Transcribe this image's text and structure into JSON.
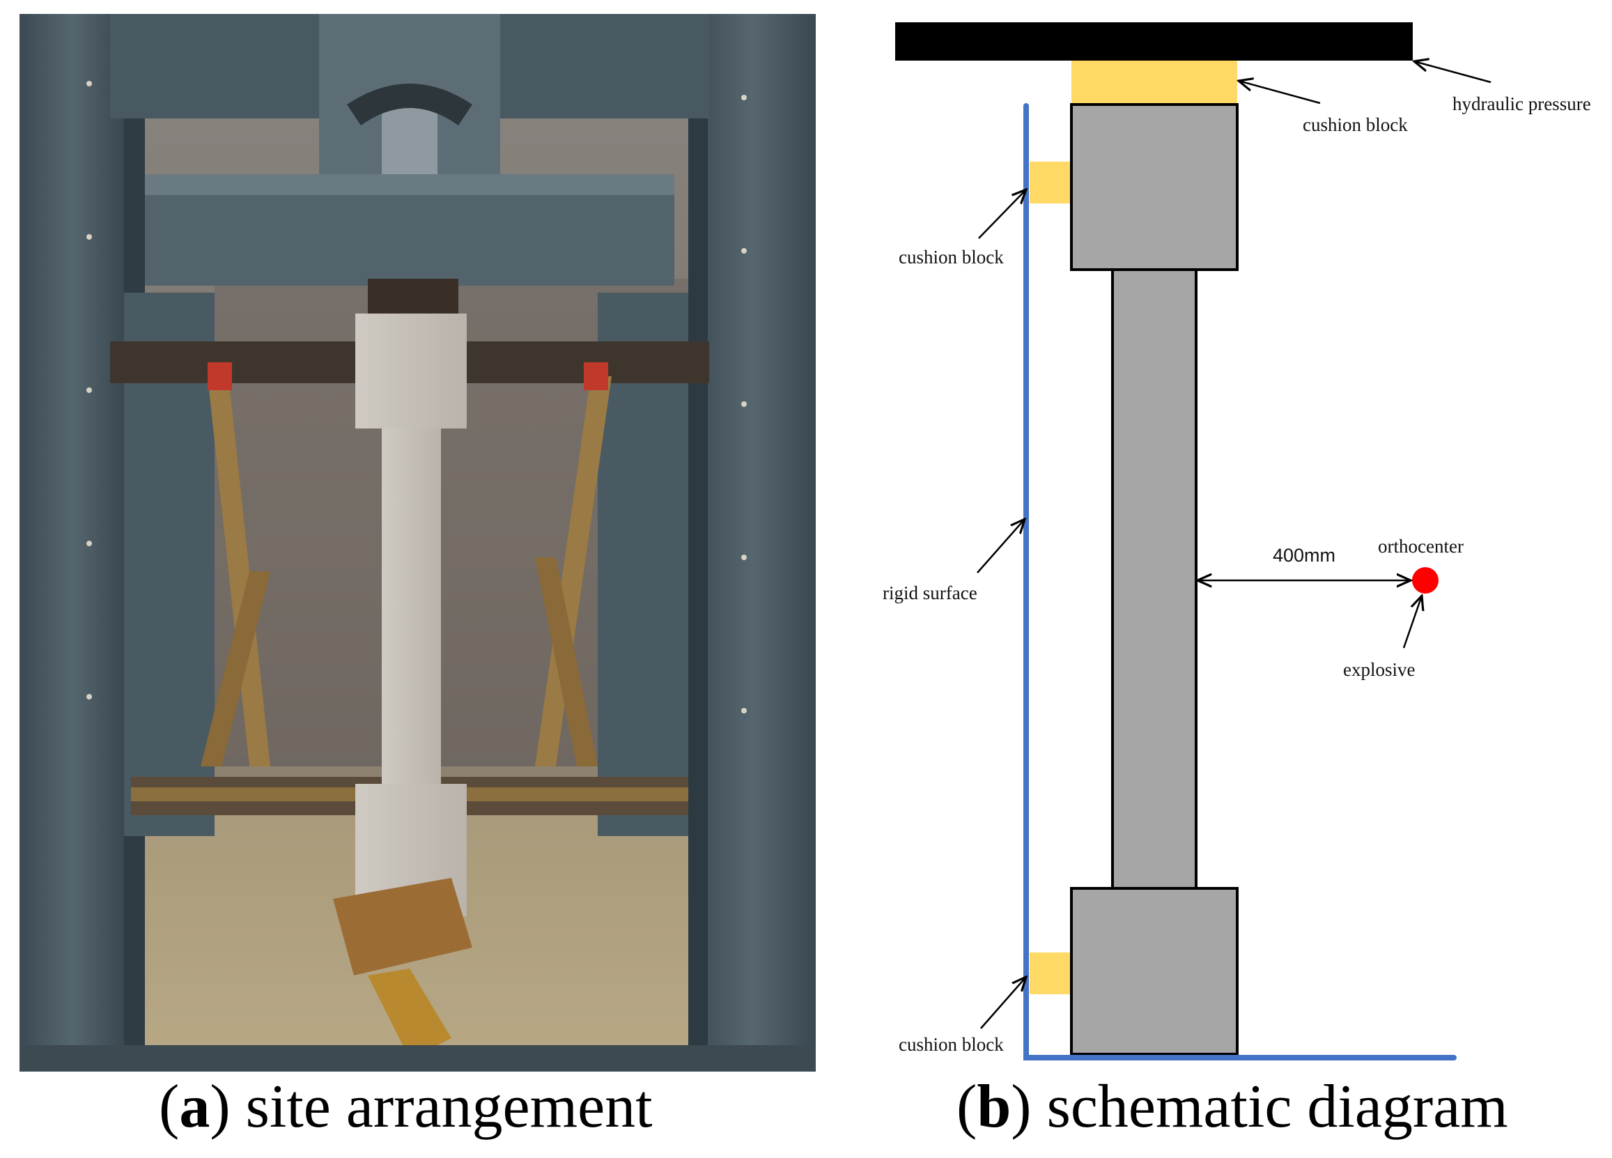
{
  "panel_a": {
    "letter": "a",
    "caption": "site arrangement"
  },
  "panel_b": {
    "letter": "b",
    "caption": "schematic diagram",
    "labels": {
      "hydraulic_pressure": "hydraulic pressure",
      "cushion_block_top": "cushion block",
      "cushion_block_upper_left": "cushion block",
      "cushion_block_lower_left": "cushion block",
      "rigid_surface": "rigid surface",
      "distance": "400mm",
      "orthocenter": "orthocenter",
      "explosive": "explosive"
    },
    "colors": {
      "loading_plate": "#000000",
      "cushion_block": "#ffd966",
      "column": "#a6a6a6",
      "rigid_surface": "#4472c4",
      "explosive": "#ff0000"
    }
  }
}
